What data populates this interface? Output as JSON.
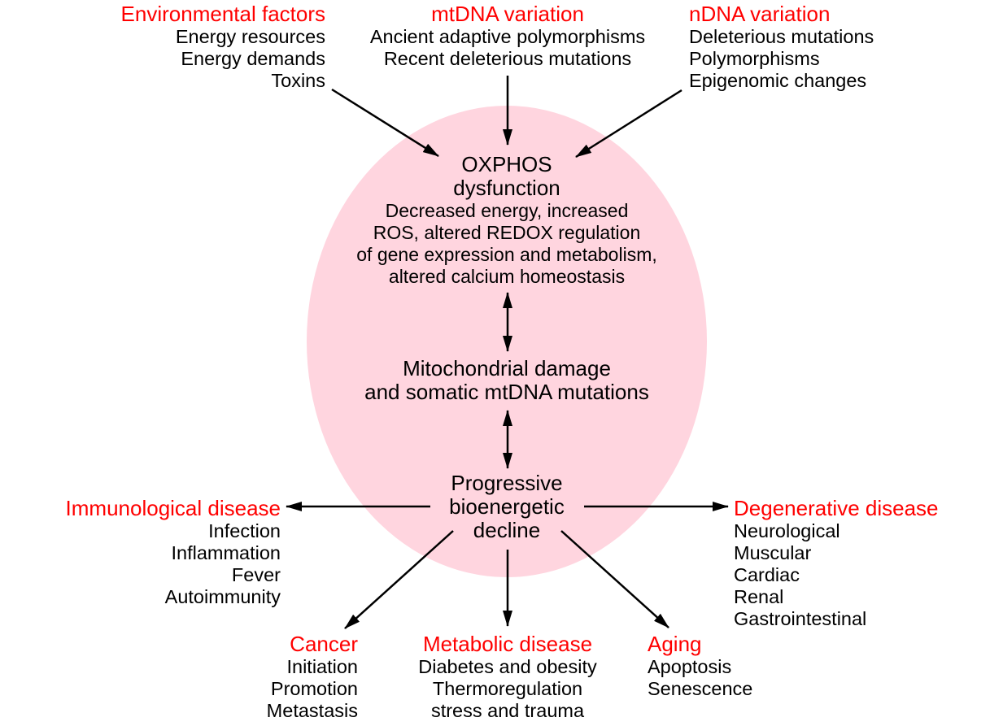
{
  "colors": {
    "ellipse_fill": "#FFD5DF",
    "heading": "#FF0000",
    "text": "#000000",
    "arrow": "#000000"
  },
  "inputs": {
    "environmental": {
      "heading": "Environmental factors",
      "items": [
        "Energy resources",
        "Energy demands",
        "Toxins"
      ]
    },
    "mtdna": {
      "heading": "mtDNA variation",
      "items": [
        "Ancient adaptive polymorphisms",
        "Recent deleterious mutations"
      ]
    },
    "ndna": {
      "heading": "nDNA variation",
      "items": [
        "Deleterious mutations",
        "Polymorphisms",
        "Epigenomic changes"
      ]
    }
  },
  "core": {
    "oxphos": {
      "title_lines": [
        "OXPHOS",
        "dysfunction"
      ],
      "detail_lines": [
        "Decreased energy, increased",
        "ROS, altered REDOX regulation",
        "of gene expression and metabolism,",
        "altered calcium homeostasis"
      ]
    },
    "damage": {
      "lines": [
        "Mitochondrial damage",
        "and somatic mtDNA mutations"
      ]
    },
    "decline": {
      "lines": [
        "Progressive",
        "bioenergetic",
        "decline"
      ]
    }
  },
  "outcomes": {
    "immunological": {
      "heading": "Immunological disease",
      "items": [
        "Infection",
        "Inflammation",
        "Fever",
        "Autoimmunity"
      ]
    },
    "degenerative": {
      "heading": "Degenerative disease",
      "items": [
        "Neurological",
        "Muscular",
        "Cardiac",
        "Renal",
        "Gastrointestinal"
      ]
    },
    "cancer": {
      "heading": "Cancer",
      "items": [
        "Initiation",
        "Promotion",
        "Metastasis"
      ]
    },
    "metabolic": {
      "heading": "Metabolic disease",
      "items": [
        "Diabetes and obesity",
        "Thermoregulation",
        "stress and trauma"
      ]
    },
    "aging": {
      "heading": "Aging",
      "items": [
        "Apoptosis",
        "Senescence"
      ]
    }
  },
  "edges": [
    {
      "from": "environmental",
      "to": "oxphos",
      "direction": "forward"
    },
    {
      "from": "mtdna",
      "to": "oxphos",
      "direction": "forward"
    },
    {
      "from": "ndna",
      "to": "oxphos",
      "direction": "forward"
    },
    {
      "from": "oxphos",
      "to": "damage",
      "direction": "both"
    },
    {
      "from": "damage",
      "to": "decline",
      "direction": "both"
    },
    {
      "from": "decline",
      "to": "immunological",
      "direction": "forward"
    },
    {
      "from": "decline",
      "to": "degenerative",
      "direction": "forward"
    },
    {
      "from": "decline",
      "to": "cancer",
      "direction": "forward"
    },
    {
      "from": "decline",
      "to": "metabolic",
      "direction": "forward"
    },
    {
      "from": "decline",
      "to": "aging",
      "direction": "forward"
    }
  ]
}
